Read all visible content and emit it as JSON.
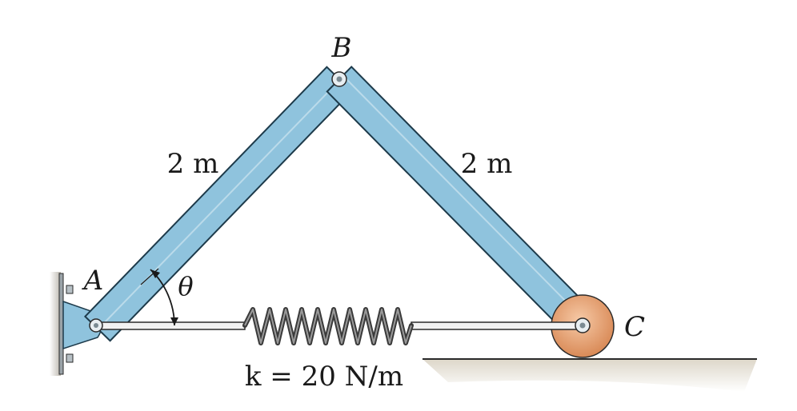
{
  "labels": {
    "point_a": "A",
    "point_b": "B",
    "point_c": "C",
    "length_ab": "2 m",
    "length_bc": "2 m",
    "angle": "θ",
    "spring": "k = 20 N/m"
  },
  "colors": {
    "bar_fill": "#8fc3dd",
    "bar_edge": "#1d3a4a",
    "roller_fill": "#e6a57a",
    "ground": "#ece7dc",
    "wall": "#c8c3ba",
    "spring": "#3a3a3a",
    "rod": "#f2f2f2"
  }
}
